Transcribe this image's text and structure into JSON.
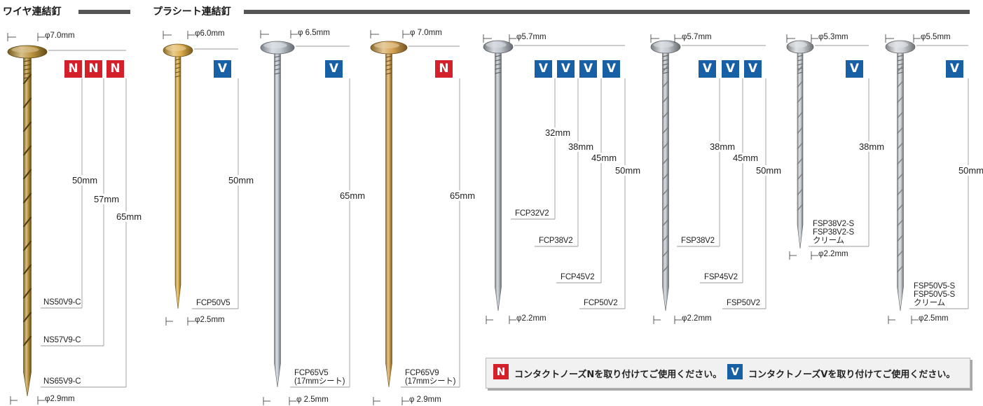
{
  "sections": {
    "wire": {
      "title": "ワイヤ連結釘"
    },
    "plastic": {
      "title": "プラシート連結釘"
    }
  },
  "nails": [
    {
      "id": "wire",
      "head": "φ7.0mm",
      "tip": "φ2.9mm",
      "badges": [
        "N",
        "N",
        "N"
      ],
      "lengths": [
        "50mm",
        "57mm",
        "65mm"
      ],
      "models": [
        "NS50V9-C",
        "NS57V9-C",
        "NS65V9-C"
      ],
      "color": "#b68a2a"
    },
    {
      "id": "gold50",
      "head": "φ6.0mm",
      "tip": "φ2.5mm",
      "badges": [
        "V"
      ],
      "lengths": [
        "50mm"
      ],
      "models": [
        "FCP50V5"
      ],
      "color": "#d9a536"
    },
    {
      "id": "silver65",
      "head": "φ 6.5mm",
      "tip": "φ 2.5mm",
      "badges": [
        "V"
      ],
      "lengths": [
        "65mm"
      ],
      "models": [
        "FCP65V5\n(17mmシート)"
      ],
      "color": "#b9c3cc"
    },
    {
      "id": "gold65",
      "head": "φ 7.0mm",
      "tip": "φ 2.9mm",
      "badges": [
        "N"
      ],
      "lengths": [
        "65mm"
      ],
      "models": [
        "FCP65V9\n(17mmシート)"
      ],
      "color": "#d09a40"
    },
    {
      "id": "fcp",
      "head": "φ5.7mm",
      "tip": "φ2.2mm",
      "badges": [
        "V",
        "V",
        "V",
        "V"
      ],
      "lengths": [
        "32mm",
        "38mm",
        "45mm",
        "50mm"
      ],
      "models": [
        "FCP32V2",
        "FCP38V2",
        "FCP45V2",
        "FCP50V2"
      ],
      "color": "#b4bcc4"
    },
    {
      "id": "fsp",
      "head": "φ5.7mm",
      "tip": "φ2.2mm",
      "badges": [
        "V",
        "V",
        "V"
      ],
      "lengths": [
        "38mm",
        "45mm",
        "50mm"
      ],
      "models": [
        "FSP38V2",
        "FSP45V2",
        "FSP50V2"
      ],
      "color": "#b9c0c7"
    },
    {
      "id": "fsp38s",
      "head": "φ5.3mm",
      "tip": "φ2.2mm",
      "badges": [
        "V"
      ],
      "lengths": [
        "38mm"
      ],
      "models": [
        "FSP38V2-S\nFSP38V2-S\nクリーム"
      ],
      "color": "#c3c8cd"
    },
    {
      "id": "fsp50s",
      "head": "φ5.5mm",
      "tip": "φ2.5mm",
      "badges": [
        "V"
      ],
      "lengths": [
        "50mm"
      ],
      "models": [
        "FSP50V5-S\nFSP50V5-S\nクリーム"
      ],
      "color": "#c6cbd0"
    }
  ],
  "legend": {
    "n_badge": "N",
    "n_text": "コンタクトノーズNを取り付けてご使用ください。",
    "v_badge": "V",
    "v_text": "コンタクトノーズVを取り付けてご使用ください。"
  },
  "colors": {
    "badge_n": "#d3202b",
    "badge_v": "#1760a5",
    "leader": "#9a9a9a"
  }
}
